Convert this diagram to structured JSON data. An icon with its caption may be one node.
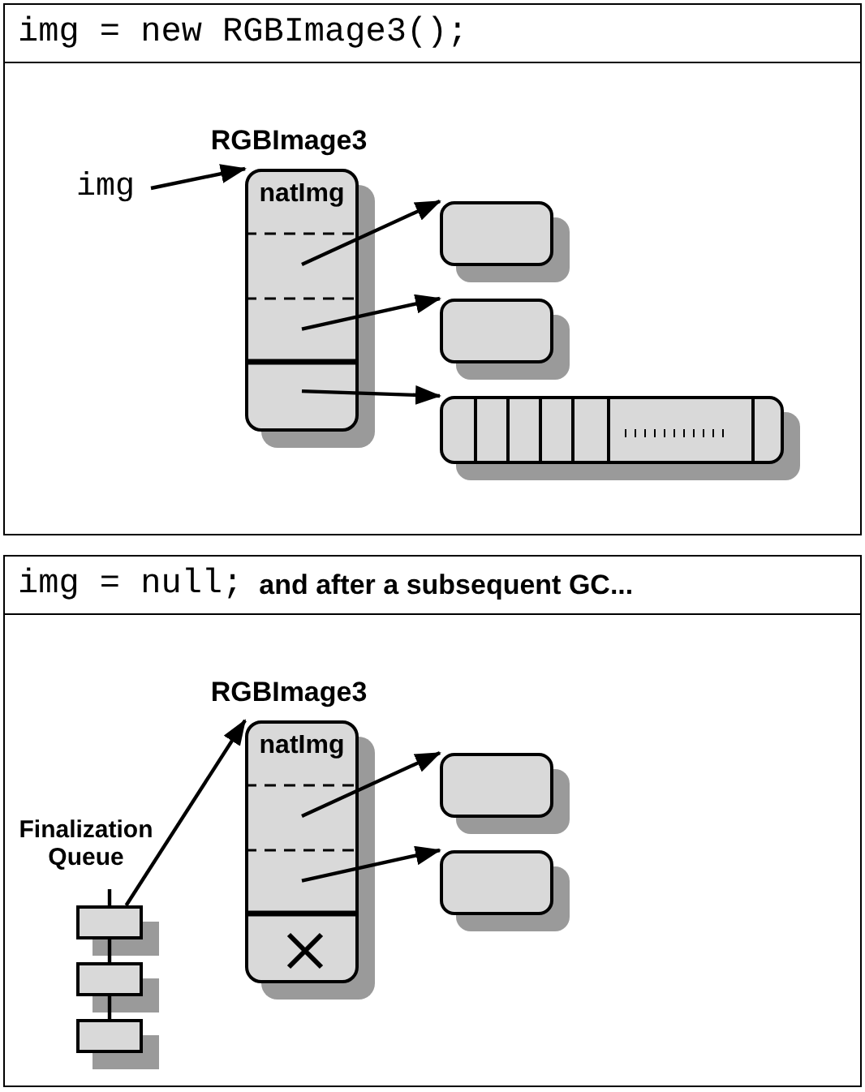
{
  "diagram": {
    "nodes": [
      {
        "text": [
          "img = new RGBImage3();"
        ]
      },
      {
        "text": [
          "img"
        ],
        "in": 0
      },
      {
        "text": [
          "RGBImage3",
          "natImg"
        ],
        "in": 0
      },
      {
        "text": [],
        "shape": "box",
        "in": 0
      },
      {
        "text": [],
        "shape": "box",
        "in": 0
      },
      {
        "text": [],
        "shape": "bar",
        "in": 0
      },
      {
        "text": [
          "img = null;",
          "and after a subsequent GC..."
        ]
      },
      {
        "text": [],
        "shape": "box",
        "in": 6
      },
      {
        "text": [],
        "shape": "box",
        "in": 6
      },
      {
        "text": [],
        "shape": "box",
        "in": 6
      },
      {
        "text": [
          "RGBImage3",
          "natImg"
        ],
        "in": 6
      },
      {
        "text": [],
        "shape": "box",
        "in": 6
      },
      {
        "text": [],
        "shape": "box",
        "in": 6
      }
    ],
    "edges": [
      {
        "from": 1,
        "to": 2,
        "arrow": "to"
      },
      {
        "from": 2,
        "to": 3,
        "arrow": "to"
      },
      {
        "from": 2,
        "to": 4,
        "arrow": "to"
      },
      {
        "from": 2,
        "to": 5,
        "arrow": "to"
      },
      {
        "from": null,
        "to": 7,
        "arrow": "none"
      },
      {
        "from": 7,
        "to": 10,
        "arrow": "to"
      },
      {
        "from": 7,
        "to": 8,
        "arrow": "none"
      },
      {
        "from": 8,
        "to": 9,
        "arrow": "none"
      },
      {
        "from": 10,
        "to": 11,
        "arrow": "to"
      },
      {
        "from": 10,
        "to": 12,
        "arrow": "to"
      }
    ],
    "labels": [
      "Finalization Queue"
    ]
  }
}
